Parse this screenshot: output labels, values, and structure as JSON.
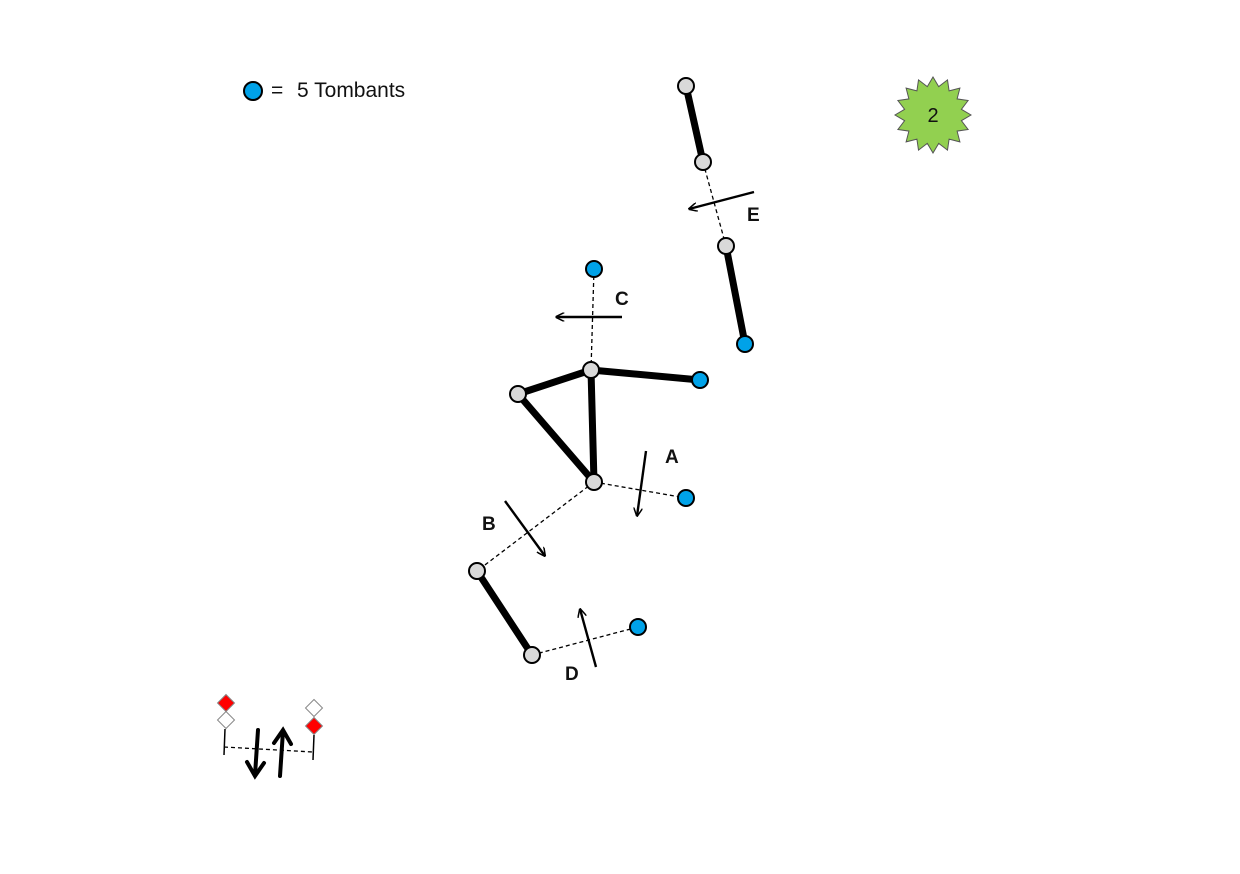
{
  "legend": {
    "symbol": "=",
    "text": "5 Tombants"
  },
  "badge": {
    "number": "2",
    "color": "#92d050"
  },
  "colors": {
    "blue_node": "#00a2e8",
    "grey_node": "#d9d9d9",
    "red_diamond": "#ff0000",
    "line": "#000000"
  },
  "labels": {
    "a": "A",
    "b": "B",
    "c": "C",
    "d": "D",
    "e": "E"
  },
  "icons": {
    "legend_marker": "blue-circle-icon",
    "badge_shape": "starburst-icon",
    "corner_symbol": "counter-flow-arrows-icon"
  }
}
